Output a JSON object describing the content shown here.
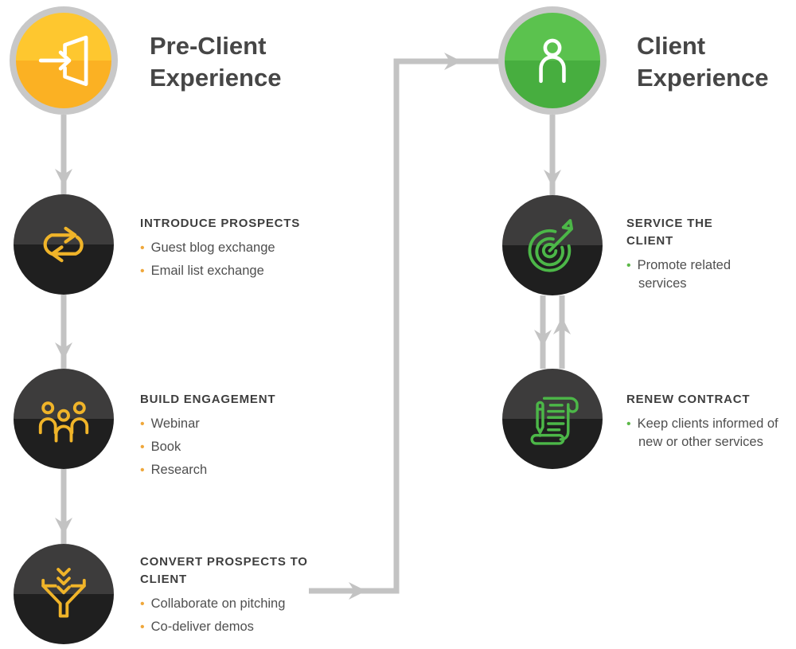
{
  "diagram": {
    "left": {
      "title": "Pre-Client Experience",
      "hub_icon": "enter-door-icon",
      "steps": [
        {
          "icon": "exchange-icon",
          "heading": "INTRODUCE PROSPECTS",
          "bullets": [
            "Guest blog exchange",
            "Email list exchange"
          ]
        },
        {
          "icon": "people-icon",
          "heading": "BUILD ENGAGEMENT",
          "bullets": [
            "Webinar",
            "Book",
            "Research"
          ]
        },
        {
          "icon": "funnel-icon",
          "heading": "CONVERT PROSPECTS TO CLIENT",
          "bullets": [
            "Collaborate on pitching",
            "Co-deliver demos"
          ]
        }
      ]
    },
    "right": {
      "title": "Client Experience",
      "hub_icon": "person-icon",
      "steps": [
        {
          "icon": "target-icon",
          "heading": "SERVICE THE CLIENT",
          "bullets": [
            "Promote related services"
          ]
        },
        {
          "icon": "contract-icon",
          "heading": "RENEW CONTRACT",
          "bullets": [
            "Keep clients informed of new or other services"
          ]
        }
      ]
    },
    "colors": {
      "ring": "#C8C8C8",
      "connector": "#C3C3C3",
      "yellow_top": "#FEC72F",
      "yellow_bottom": "#FBB123",
      "green_top": "#5BC24E",
      "green_bottom": "#47AE3F",
      "dark_top": "#3D3C3C",
      "dark_bottom": "#1F1F1F",
      "icon_yellow": "#F0B429",
      "icon_green": "#4CB748",
      "bullet_yellow": "#EFA73B",
      "bullet_green": "#5CB848",
      "heading_text": "#3E3E3E",
      "body_text": "#4F4F4F",
      "title_text": "#464646"
    }
  }
}
